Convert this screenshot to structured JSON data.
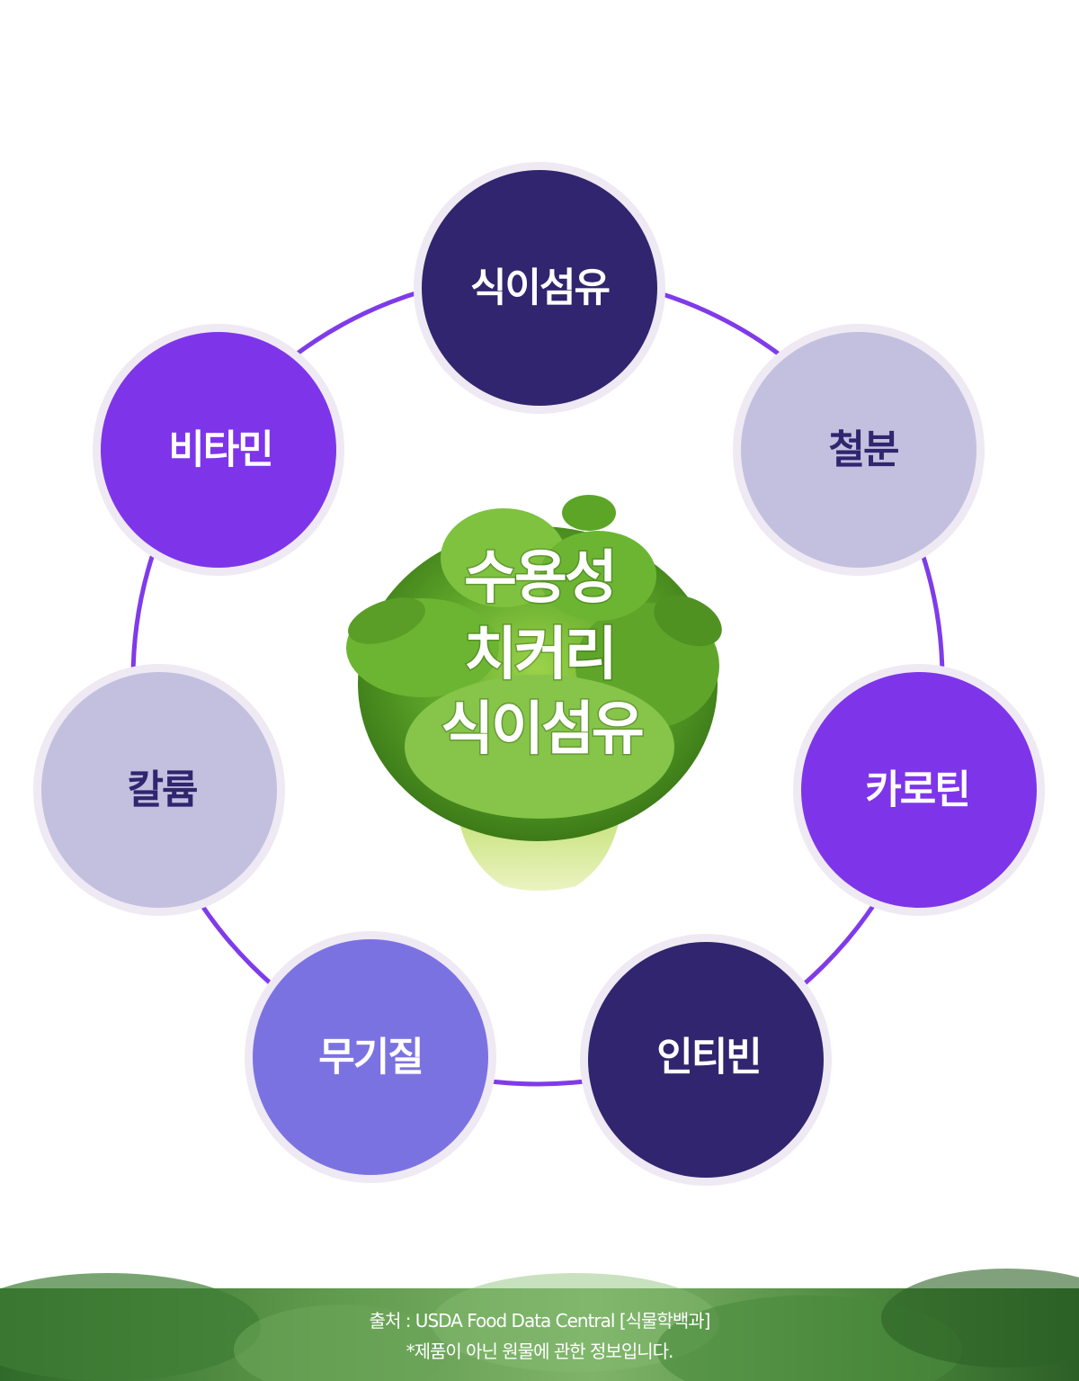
{
  "center": {
    "title_lines": [
      "수용성",
      "치커리",
      "식이섬유"
    ],
    "image": "chicory-lettuce"
  },
  "nodes": [
    {
      "label": "식이섬유",
      "color": "#30256e",
      "text_color": "#ffffff"
    },
    {
      "label": "철분",
      "color": "#c3c0df",
      "text_color": "#30256e"
    },
    {
      "label": "카로틴",
      "color": "#7e35e9",
      "text_color": "#ffffff"
    },
    {
      "label": "인티빈",
      "color": "#30256e",
      "text_color": "#ffffff"
    },
    {
      "label": "무기질",
      "color": "#7b72e2",
      "text_color": "#ffffff"
    },
    {
      "label": "칼륨",
      "color": "#c3c0df",
      "text_color": "#30256e"
    },
    {
      "label": "비타민",
      "color": "#7e35e9",
      "text_color": "#ffffff"
    }
  ],
  "ring_color": "#7f3bea",
  "footer": {
    "source": "출처 : USDA Food Data Central [식물학백과]",
    "disclaimer": "*제품이 아닌 원물에 관한 정보입니다.",
    "background": "green-leaves"
  }
}
